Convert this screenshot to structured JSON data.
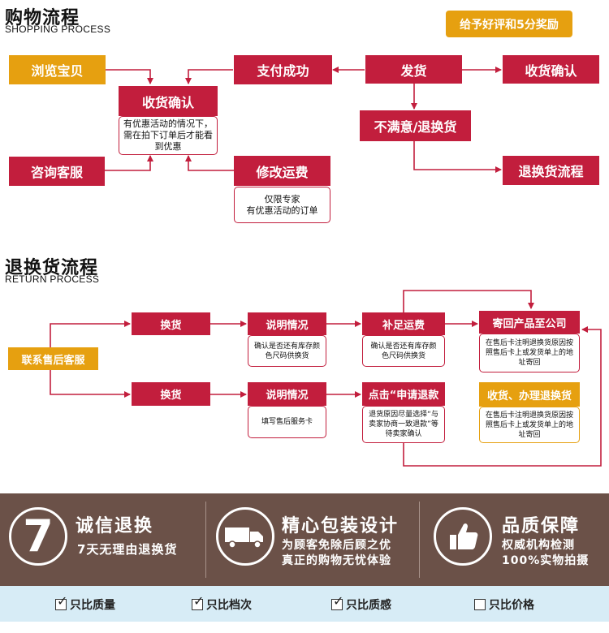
{
  "shopping": {
    "title": "购物流程",
    "subtitle": "SHOPPING PROCESS",
    "reward": "给予好评和5分奖励",
    "browse": "浏览宝贝",
    "confirm_receipt": "收货确认",
    "confirm_note": "有优惠活动的情况下，需在拍下订单后才能看到优惠",
    "consult": "咨询客服",
    "pay_success": "支付成功",
    "modify_shipping": "修改运费",
    "modify_note_1": "仅限专家",
    "modify_note_2": "有优惠活动的订单",
    "ship": "发货",
    "receive_confirm": "收货确认",
    "unsatisfied": "不满意/退换货",
    "return_flow": "退换货流程"
  },
  "returns": {
    "title": "退换货流程",
    "subtitle": "RETURN PROCESS",
    "contact": "联系售后客服",
    "exchange_top": "换货",
    "explain_top": "说明情况",
    "explain_top_note": "确认是否还有库存颜色尺码供换货",
    "supplement": "补足运费",
    "supplement_note": "确认是否还有库存颜色尺码供换货",
    "send_back": "寄回产品至公司",
    "send_back_note": "在售后卡注明退换货原因按照售后卡上或发货单上的地址寄回",
    "exchange_bottom": "换货",
    "explain_bottom": "说明情况",
    "explain_bottom_note": "填写售后服务卡",
    "apply_refund": "点击“申请退款",
    "apply_refund_note": "退货原因尽量选择“与卖家协商一致退款”等待卖家确认",
    "receive_refund": "收货、办理退换货",
    "receive_refund_note": "在售后卡注明退换货原因按照售后卡上或发货单上的地址寄回"
  },
  "banner": {
    "item1_badge": "7",
    "item1_head": "诚信退换",
    "item1_sub": "7天无理由退换货",
    "item2_head": "精心包装设计",
    "item2_sub1": "为顾客免除后顾之优",
    "item2_sub2": "真正的购物无忧体验",
    "item3_head": "品质保障",
    "item3_sub1": "权威机构检测",
    "item3_sub2": "100%实物拍摄"
  },
  "checks": [
    {
      "label": "只比质量",
      "checked": true
    },
    {
      "label": "只比档次",
      "checked": true
    },
    {
      "label": "只比质感",
      "checked": true
    },
    {
      "label": "只比价格",
      "checked": false
    }
  ],
  "colors": {
    "red": "#c21e3d",
    "gold": "#e6a010",
    "band": "#6b5148",
    "strip": "#d7ecf6"
  }
}
